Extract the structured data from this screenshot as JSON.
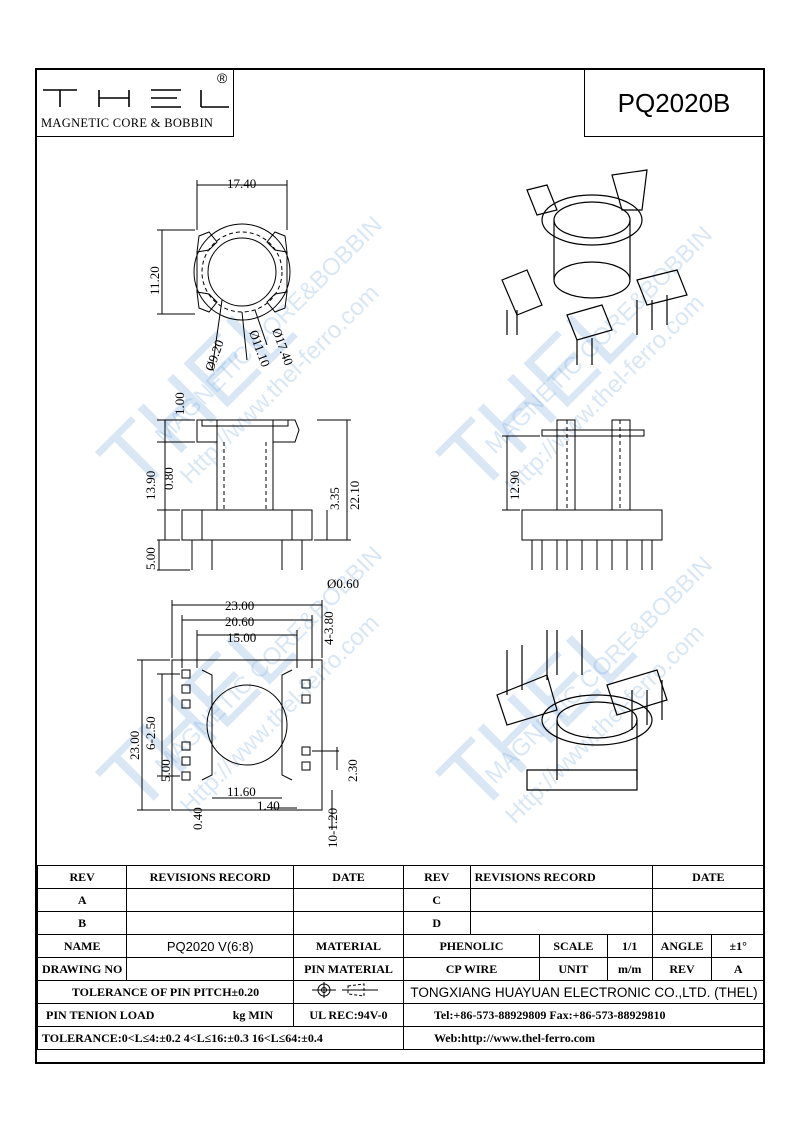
{
  "header": {
    "logo_text": "THEL",
    "registered_mark": "®",
    "tagline": "MAGNETIC CORE & BOBBIN",
    "part_number": "PQ2020B"
  },
  "watermark": {
    "brand": "THEL",
    "magnetic": "MAGNETIC CORE&BOBBIN",
    "url": "Http://www.thel-ferro.com"
  },
  "dimensions": {
    "top_width": "17.40",
    "top_height": "11.20",
    "dia_inner": "Ø9.20",
    "dia_mid": "Ø11.10",
    "dia_outer": "Ø17.40",
    "side_top": "1.00",
    "side_h1": "13.90",
    "side_h2": "0.80",
    "side_h3": "3.35",
    "side_total": "22.10",
    "side_pin": "5.00",
    "pin_dia": "Ø0.60",
    "right_h": "12.90",
    "bot_w1": "23.00",
    "bot_w2": "20.60",
    "bot_w3": "15.00",
    "bot_pin": "4-3.80",
    "bot_h": "23.00",
    "bot_pitch": "6-2.50",
    "bot_5": "5.00",
    "bot_0_4": "0.40",
    "bot_11_6": "11.60",
    "bot_1_4": "1.40",
    "bot_2_3": "2.30",
    "bot_10_1_2": "10-1.20"
  },
  "table": {
    "rev": "REV",
    "revisions_record": "REVISIONS RECORD",
    "date": "DATE",
    "row_a": "A",
    "row_b": "B",
    "row_c": "C",
    "row_d": "D",
    "name_label": "NAME",
    "name_value": "PQ2020 V(6:8)",
    "material_label": "MATERIAL",
    "material_value": "PHENOLIC",
    "scale_label": "SCALE",
    "scale_value": "1/1",
    "angle_label": "ANGLE",
    "angle_value": "±1°",
    "drawing_no_label": "DRAWING NO",
    "pin_material_label": "PIN MATERIAL",
    "pin_material_value": "CP WIRE",
    "unit_label": "UNIT",
    "unit_value": "m/m",
    "rev_value": "A",
    "tolerance_pitch": "TOLERANCE OF PIN PITCH±0.20",
    "company": "TONGXIANG HUAYUAN ELECTRONIC CO.,LTD. (THEL)",
    "pin_tension": "PIN TENION LOAD",
    "kg_min": "kg MIN",
    "ul_rec": "UL REC:94V-0",
    "tel": "Tel:+86-573-88929809 Fax:+86-573-88929810",
    "tolerance": "TOLERANCE:0<L≤4:±0.2  4<L≤16:±0.3  16<L≤64:±0.4",
    "web": "Web:http://www.thel-ferro.com"
  }
}
